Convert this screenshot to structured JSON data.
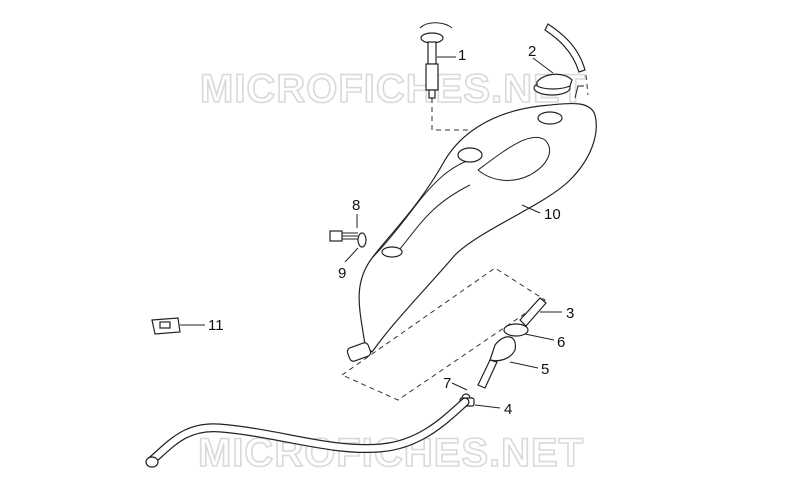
{
  "watermark": "MICROFICHES.NET",
  "callouts": [
    {
      "id": "1",
      "label": "1"
    },
    {
      "id": "2",
      "label": "2"
    },
    {
      "id": "3",
      "label": "3"
    },
    {
      "id": "4",
      "label": "4"
    },
    {
      "id": "5",
      "label": "5"
    },
    {
      "id": "6",
      "label": "6"
    },
    {
      "id": "7",
      "label": "7"
    },
    {
      "id": "8",
      "label": "8"
    },
    {
      "id": "9",
      "label": "9"
    },
    {
      "id": "10",
      "label": "10"
    },
    {
      "id": "11",
      "label": "11"
    }
  ]
}
